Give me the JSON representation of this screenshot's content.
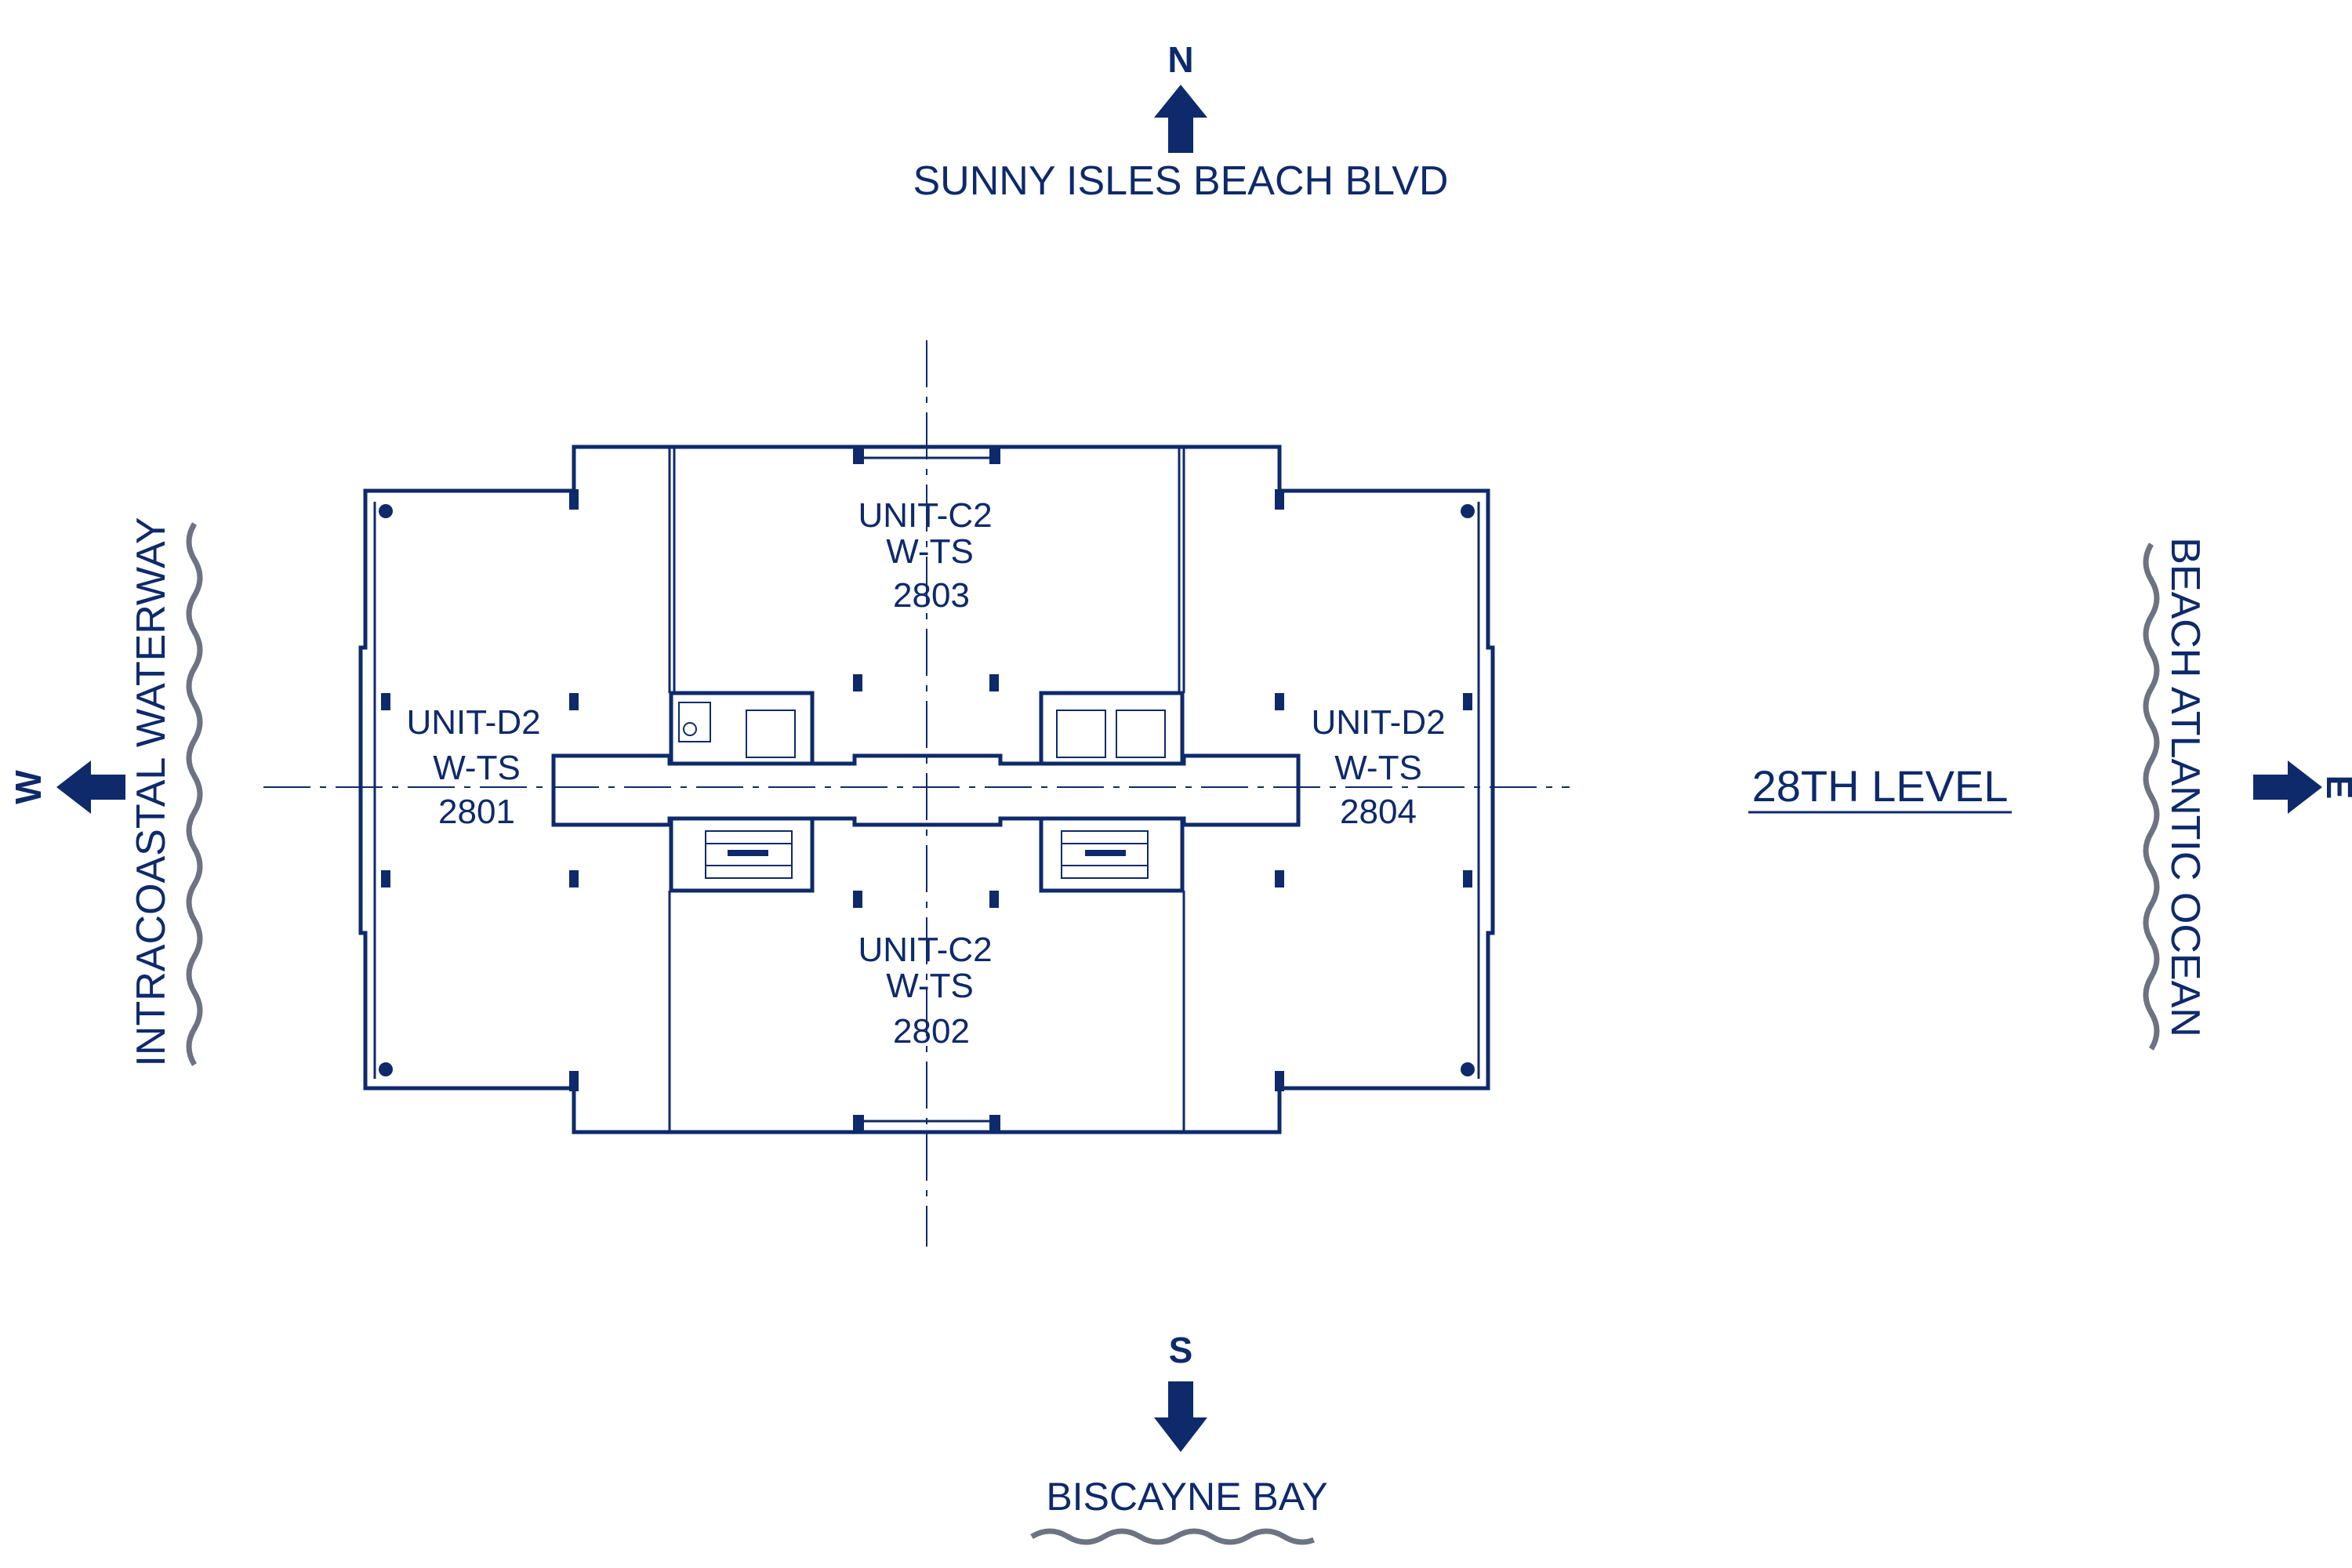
{
  "compass": {
    "north": {
      "letter": "N",
      "street": "SUNNY ISLES BEACH BLVD"
    },
    "south": {
      "letter": "S",
      "street": "BISCAYNE BAY"
    },
    "west": {
      "letter": "W",
      "street": "INTRACOASTAL WATERWAY"
    },
    "east": {
      "letter": "E",
      "street": "BEACH ATLANTIC OCEAN"
    }
  },
  "level_label": "28TH LEVEL",
  "units": {
    "north": {
      "type": "UNIT-C2",
      "view": "W-TS",
      "number": "2803"
    },
    "south": {
      "type": "UNIT-C2",
      "view": "W-TS",
      "number": "2802"
    },
    "west": {
      "type": "UNIT-D2",
      "view": "W-TS",
      "number": "2801"
    },
    "east": {
      "type": "UNIT-D2",
      "view": "W-TS",
      "number": "2804"
    }
  },
  "colors": {
    "ink": "#0e2a6b",
    "water": "#6e7383"
  }
}
